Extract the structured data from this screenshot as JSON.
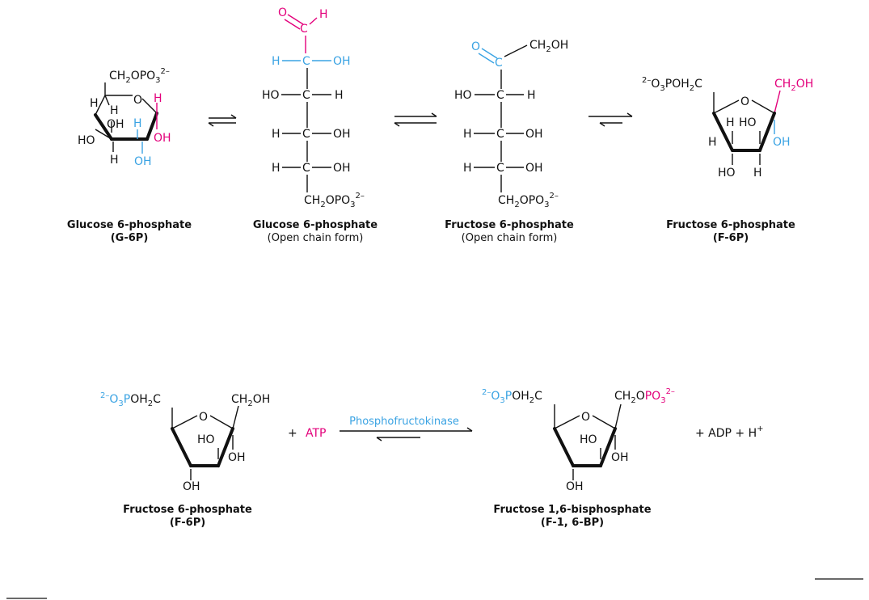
{
  "top": {
    "g6p_ring_label": "Glucose 6-phosphate",
    "g6p_ring_abbr": "(G-6P)",
    "g6p_open_label": "Glucose 6-phosphate",
    "g6p_open_sub": "(Open chain form)",
    "f6p_open_label": "Fructose 6-phosphate",
    "f6p_open_sub": "(Open chain form)",
    "f6p_ring_label": "Fructose 6-phosphate",
    "f6p_ring_abbr": "(F-6P)"
  },
  "bottom": {
    "reactant_label": "Fructose 6-phosphate",
    "reactant_abbr": "(F-6P)",
    "plus1": "+",
    "atp": "ATP",
    "enzyme": "Phosphofructokinase",
    "product_label": "Fructose 1,6-bisphosphate",
    "product_abbr": "(F-1, 6-BP)",
    "coproducts": "+  ADP  +  H"
  },
  "colors": {
    "highlight_pink": "#e3007b",
    "highlight_blue": "#3aa3e3"
  }
}
